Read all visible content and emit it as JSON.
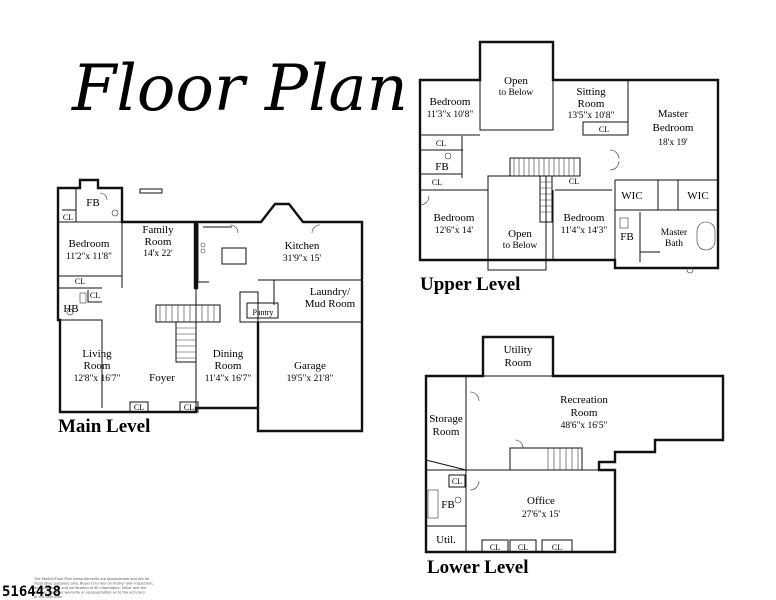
{
  "title": "Floor Plan",
  "levels": {
    "main": "Main Level",
    "upper": "Upper Level",
    "lower": "Lower Level"
  },
  "main_rooms": {
    "fb": "FB",
    "family_room": "Family",
    "family_room2": "Room",
    "family_size": "14'x 22'",
    "bedroom": "Bedroom",
    "bedroom_size": "11'2\"x 11'8\"",
    "kitchen": "Kitchen",
    "kitchen_size": "31'9\"x 15'",
    "hb": "HB",
    "laundry": "Laundry/",
    "laundry2": "Mud Room",
    "pantry": "Pantry",
    "living": "Living",
    "living2": "Room",
    "living_size": "12'8\"x 16'7\"",
    "foyer": "Foyer",
    "dining": "Dining",
    "dining2": "Room",
    "dining_size": "11'4\"x 16'7\"",
    "garage": "Garage",
    "garage_size": "19'5\"x 21'8\"",
    "cl": "CL"
  },
  "upper_rooms": {
    "open_below": "Open",
    "open_below2": "to Below",
    "bedroom1": "Bedroom",
    "bedroom1_size": "11'3\"x 10'8\"",
    "sitting": "Sitting",
    "sitting2": "Room",
    "sitting_size": "13'5\"x 10'8\"",
    "master": "Master",
    "master2": "Bedroom",
    "master_size": "18'x 19'",
    "fb": "FB",
    "bedroom2": "Bedroom",
    "bedroom2_size": "12'6\"x 14'",
    "bedroom3": "Bedroom",
    "bedroom3_size": "11'4\"x 14'3\"",
    "wic": "WIC",
    "master_bath": "Master",
    "master_bath2": "Bath",
    "cl": "CL"
  },
  "lower_rooms": {
    "utility": "Utility",
    "utility2": "Room",
    "recreation": "Recreation",
    "recreation2": "Room",
    "recreation_size": "48'6\"x 16'5\"",
    "storage": "Storage",
    "storage2": "Room",
    "fb": "FB",
    "office": "Office",
    "office_size": "27'6\"x 15'",
    "util": "Util.",
    "cl": "CL"
  },
  "mls_number": "5164438",
  "disclaimer": [
    "The Sketch/Floor Plan measurements are approximate and are for",
    "illustrative purposes only. Buyer is to rely on his/her own inspection,",
    "measurements and verification of all information. Seller and the",
    "Brokers make no warranty or representation as to the accuracy",
    "of the floor plan."
  ]
}
